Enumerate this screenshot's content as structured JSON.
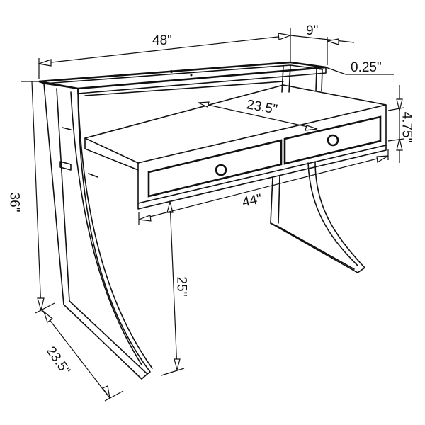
{
  "diagram": {
    "subject": "Writing desk with two drawers",
    "dimensions": {
      "overall_width": "48\"",
      "depth_top": "9\"",
      "glass_thickness": "0.25\"",
      "drawer_depth": "23.5\"",
      "drawer_height": "4.75\"",
      "drawer_width": "44\"",
      "overall_height": "36\"",
      "floor_to_drawer": "25\"",
      "base_depth": "23.5\""
    },
    "colors": {
      "line": "#111111",
      "background": "#ffffff"
    }
  }
}
